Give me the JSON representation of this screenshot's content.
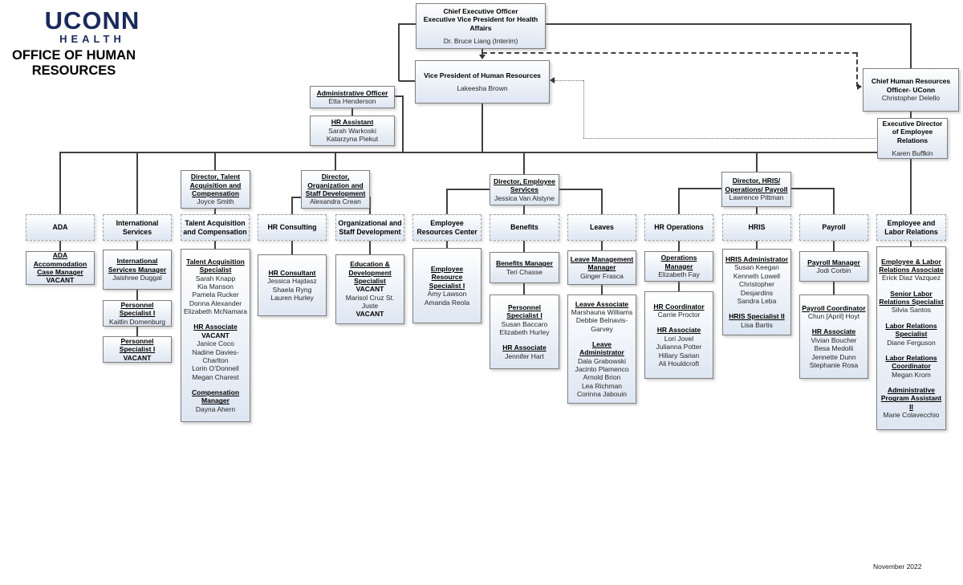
{
  "logo": {
    "line1": "UCONN",
    "line2": "HEALTH"
  },
  "page_title": "OFFICE OF HUMAN RESOURCES",
  "footer": {
    "date": "November 2022"
  },
  "executives": {
    "ceo": {
      "title1": "Chief Executive Officer",
      "title2": "Executive Vice President for Health Affairs",
      "name": "Dr. Bruce Liang (Interim)"
    },
    "vp_hr": {
      "title": "Vice President of Human Resources",
      "name": "Lakeesha Brown"
    },
    "chro_uconn": {
      "title": "Chief Human Resources Officer- UConn",
      "name": "Christopher Delello"
    },
    "exec_dir_employee_relations": {
      "title": "Executive Director of Employee Relations",
      "name": "Karen Buffkin"
    },
    "admin_officer": {
      "title": "Administrative Officer",
      "name": "Etta Henderson"
    },
    "hr_assistant": {
      "title": "HR Assistant",
      "name1": "Sarah Warkoski",
      "name2": "Katarzyna Piekut"
    }
  },
  "directors": {
    "talent": {
      "title": "Director, Talent Acquisition and Compensation",
      "name": "Joyce Smith"
    },
    "org_staff_dev": {
      "title": "Director, Organization and Staff Development",
      "name": "Alexandra Crean"
    },
    "employee_services": {
      "title": "Director, Employee Services",
      "name": "Jessica Van Alstyne"
    },
    "hris_ops_payroll": {
      "title": "Director, HRIS/ Operations/ Payroll",
      "name": "Lawrence Pittman"
    }
  },
  "columns": [
    {
      "label": "ADA",
      "boxes": [
        {
          "sections": [
            {
              "role": "ADA Accommodation Case Manager",
              "members": [
                "VACANT"
              ]
            }
          ]
        }
      ]
    },
    {
      "label": "International Services",
      "boxes": [
        {
          "sections": [
            {
              "role": "International Services Manager",
              "members": [
                "Jaishree Duggal"
              ]
            }
          ]
        },
        {
          "sections": [
            {
              "role": "Personnel Specialist I",
              "members": [
                "Kaitlin Domenburg"
              ]
            }
          ]
        },
        {
          "sections": [
            {
              "role": "Personnel Specialist I",
              "members": [
                "VACANT"
              ]
            }
          ]
        }
      ]
    },
    {
      "label": "Talent Acquisition and Compensation",
      "boxes": [
        {
          "sections": [
            {
              "role": "Talent Acquisition Specialist",
              "members": [
                "Sarah Knapp",
                "Kia Manson",
                "Pamela Rucker",
                "Donna Alexander",
                "Elizabeth McNamara"
              ]
            },
            {
              "role": "HR Associate",
              "members": [
                "VACANT",
                "Janice Coco",
                "Nadine Davies-Charlton",
                "Lorin O’Donnell",
                "Megan Charest"
              ]
            },
            {
              "role": "Compensation Manager",
              "members": [
                "Dayna Ahern"
              ]
            }
          ]
        }
      ]
    },
    {
      "label": "HR Consulting",
      "boxes": [
        {
          "sections": [
            {
              "role": "HR Consultant",
              "members": [
                "Jessica Hajdasz",
                "Shaela Ryng",
                "Lauren Hurley"
              ]
            }
          ]
        }
      ]
    },
    {
      "label": "Organizational and Staff Development",
      "boxes": [
        {
          "sections": [
            {
              "role": "Education & Development Specialist",
              "members": [
                "VACANT",
                "Marisol Cruz St. Juste",
                "VACANT"
              ]
            }
          ]
        }
      ]
    },
    {
      "label": "Employee Resources Center",
      "boxes": [
        {
          "sections": [
            {
              "role": "Employee Resource Specialist I",
              "members": [
                "Amy Lawson",
                "Amanda Reola"
              ]
            }
          ]
        }
      ]
    },
    {
      "label": "Benefits",
      "boxes": [
        {
          "sections": [
            {
              "role": "Benefits Manager",
              "members": [
                "Teri Chasse"
              ]
            }
          ]
        },
        {
          "sections": [
            {
              "role": "Personnel Specialist I",
              "members": [
                "Susan Baccaro",
                "Elizabeth Hurley"
              ]
            },
            {
              "role": "HR Associate",
              "members": [
                "Jennifer Hart"
              ]
            }
          ]
        }
      ]
    },
    {
      "label": "Leaves",
      "boxes": [
        {
          "sections": [
            {
              "role": "Leave Management Manager",
              "members": [
                "Ginger Frasca"
              ]
            }
          ]
        },
        {
          "sections": [
            {
              "role": "Leave Associate",
              "members": [
                "Marshauna Williams",
                "Debbie Belnavis-Garvey"
              ]
            },
            {
              "role": "Leave Administrator",
              "members": [
                "Dala Grabowski",
                "Jacinto Plamenco",
                "Arnold Brion",
                "Lea Richman",
                "Corinna Jabouin"
              ]
            }
          ]
        }
      ]
    },
    {
      "label": "HR Operations",
      "boxes": [
        {
          "sections": [
            {
              "role": "Operations Manager",
              "members": [
                "Elizabeth Fay"
              ]
            }
          ]
        },
        {
          "sections": [
            {
              "role": "HR Coordinator",
              "members": [
                "Carrie Proctor"
              ]
            },
            {
              "role": "HR Associate",
              "members": [
                "Lori Jovel",
                "Julianna Potter",
                "Hillary Sarian",
                "Ali Houldcroft"
              ]
            }
          ]
        }
      ]
    },
    {
      "label": "HRIS",
      "boxes": [
        {
          "sections": [
            {
              "role": "HRIS Administrator",
              "members": [
                "Susan Keegan",
                "Kenneth Lowell",
                "Christopher Desjardins",
                "Sandra Leba"
              ]
            },
            {
              "role": "HRIS Specialist II",
              "members": [
                "Lisa Bartis"
              ]
            }
          ]
        }
      ]
    },
    {
      "label": "Payroll",
      "boxes": [
        {
          "sections": [
            {
              "role": "Payroll Manager",
              "members": [
                "Jodi Corbin"
              ]
            }
          ]
        },
        {
          "sections": [
            {
              "role": "Payroll Coordinator",
              "members": [
                "Chun [April] Hoyt"
              ]
            },
            {
              "role": "HR Associate",
              "members": [
                "Vivian Boucher",
                "Besa Medolli",
                "Jennette Dunn",
                "Stephanie Rosa"
              ]
            }
          ]
        }
      ]
    },
    {
      "label": "Employee and Labor Relations",
      "boxes": [
        {
          "sections": [
            {
              "role": "Employee & Labor Relations Associate",
              "members": [
                "Erick Diaz Vazquez"
              ]
            },
            {
              "role": "Senior Labor Relations Specialist",
              "members": [
                "Silvia Santos"
              ]
            },
            {
              "role": "Labor Relations Specialist",
              "members": [
                "Diane Ferguson"
              ]
            },
            {
              "role": "Labor Relations Coordinator",
              "members": [
                "Megan Krom"
              ]
            },
            {
              "role": "Administrative Program Assistant II",
              "members": [
                "Marie Colavecchio"
              ]
            }
          ]
        }
      ]
    }
  ]
}
